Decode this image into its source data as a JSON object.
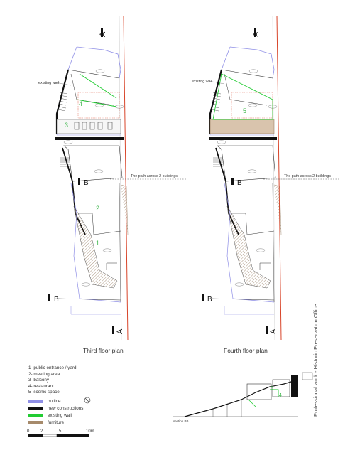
{
  "plans": [
    {
      "caption": "Third floor plan",
      "existing_wall_label": "existing wall",
      "path_label": "The path across 2 buildings",
      "room_numbers": [
        "4",
        "3",
        "2",
        "1"
      ]
    },
    {
      "caption": "Fourth floor plan",
      "existing_wall_label": "existing wall",
      "path_label": "The path across 2 buildings",
      "room_numbers": [
        "5"
      ]
    }
  ],
  "section_labels": {
    "a": "A",
    "b": "B"
  },
  "legend_items": [
    "1- public entrance / yard",
    "2- meeting area",
    "3- balcony",
    "4- restaurant",
    "5- scenic space"
  ],
  "legend_swatches": [
    {
      "label": "outline",
      "color": "#8f8fe6"
    },
    {
      "label": "new constructions",
      "color": "#111111"
    },
    {
      "label": "existing wall",
      "color": "#22cc33"
    },
    {
      "label": "furniture",
      "color": "#a68a6b"
    }
  ],
  "scale_bar": {
    "ticks": [
      "0",
      "2",
      "5",
      "10m"
    ]
  },
  "section_caption": "section BB",
  "section_numbers": [
    "5",
    "4"
  ],
  "side_credit": "Professional work - Historic Preservation Office"
}
